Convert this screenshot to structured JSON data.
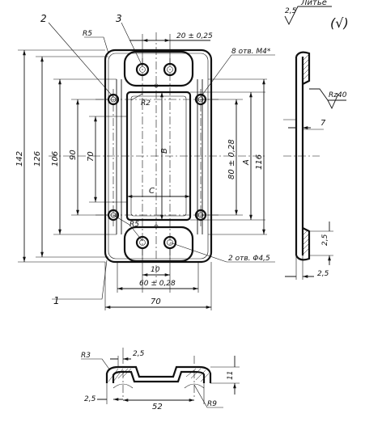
{
  "surface_note": {
    "roughness": "2,5",
    "process": "Литье",
    "general": "(√)"
  },
  "callouts": {
    "c1": "1",
    "c2": "2",
    "c3": "3"
  },
  "dims_front": {
    "overall_height": "142",
    "outer_height": "126",
    "mid_height": "106",
    "inner_height": "90",
    "window_height": "70",
    "hole_spacing_v": "80 ± 0,28",
    "right_a": "A",
    "right_height": "116",
    "top_spacing": "20 ± 0,25",
    "window_b": "B",
    "window_c": "C",
    "bottom_spacing_small": "10",
    "bottom_spacing": "60 ± 0,28",
    "overall_width": "70"
  },
  "radii": {
    "top": "R5",
    "window": "R2",
    "bottom": "R5"
  },
  "holes": {
    "tapped": "8 отв. M4*",
    "through": "2 отв. Φ4,5"
  },
  "dims_side": {
    "roughness": "Rz40",
    "width": "7",
    "lip": "2,5",
    "thickness": "2,5"
  },
  "dims_section": {
    "r_top": "R3",
    "top_step": "2,5",
    "left_step": "2,5",
    "span": "52",
    "r_bottom": "R9",
    "height": "11"
  }
}
